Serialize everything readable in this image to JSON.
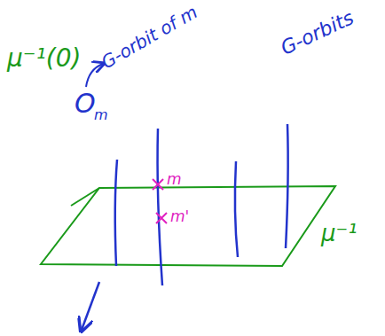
{
  "diagram": {
    "labels": [
      "μ⁻¹(0)",
      "G-orbit of m",
      "O",
      "m",
      "G-orbits",
      "m",
      "m'",
      "μ⁻¹"
    ]
  }
}
